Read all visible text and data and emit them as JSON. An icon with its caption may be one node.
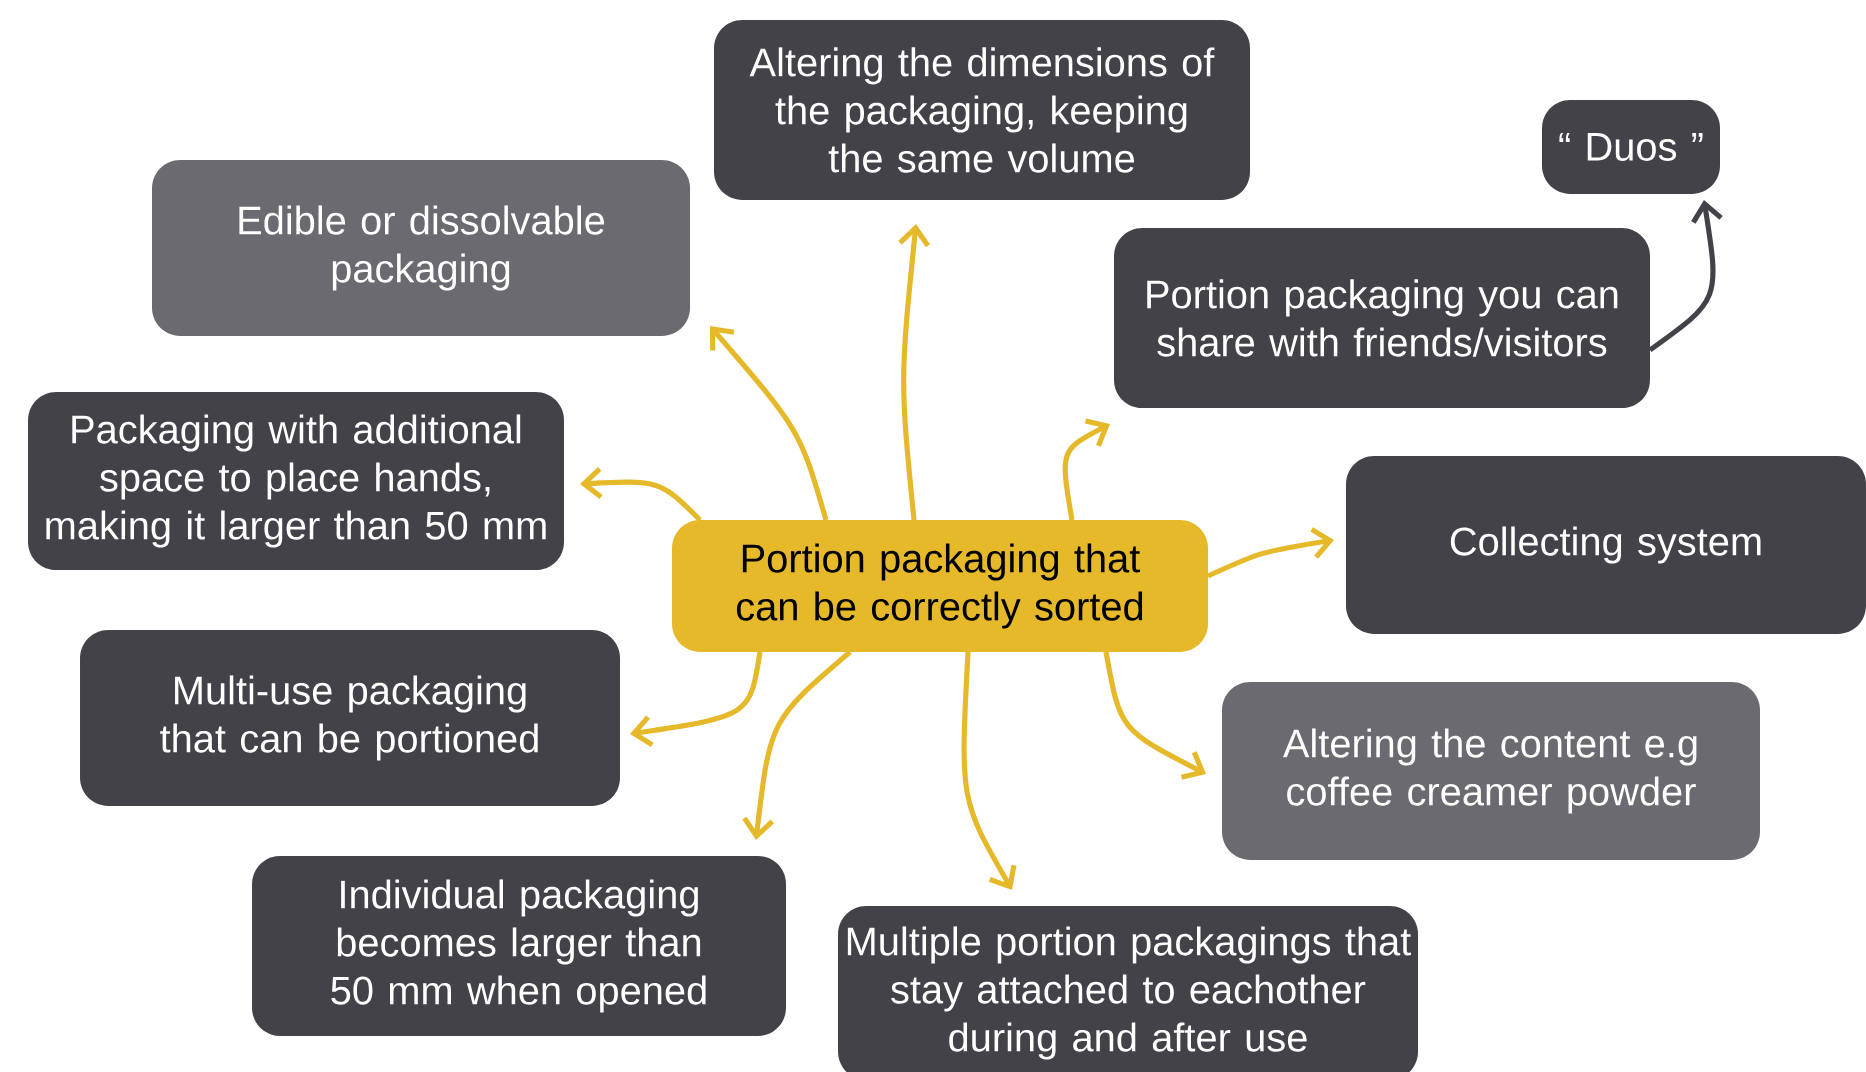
{
  "diagram": {
    "nodes": [
      {
        "text": [
          "Portion packaging that can be correctly sorted"
        ]
      },
      {
        "text": [
          "Altering the dimensions of the packaging, keeping the same volume"
        ]
      },
      {
        "text": [
          "“ Duos ”"
        ]
      },
      {
        "text": [
          "Edible or dissolvable packaging"
        ]
      },
      {
        "text": [
          "Portion packaging you can share with friends/visitors"
        ]
      },
      {
        "text": [
          "Packaging with additional space to place hands, making it larger than 50 mm"
        ]
      },
      {
        "text": [
          "Collecting system"
        ]
      },
      {
        "text": [
          "Multi-use packaging that can be portioned"
        ]
      },
      {
        "text": [
          "Altering the content e.g coffee creamer powder"
        ]
      },
      {
        "text": [
          "Individual packaging becomes larger than 50 mm when opened"
        ]
      },
      {
        "text": [
          "Multiple portion packagings that stay attached to eachother during and after use"
        ]
      }
    ],
    "edges": [
      {
        "from": 0,
        "to": 1,
        "arrow": "to"
      },
      {
        "from": 0,
        "to": 3,
        "arrow": "to"
      },
      {
        "from": 0,
        "to": 4,
        "arrow": "to"
      },
      {
        "from": 0,
        "to": 5,
        "arrow": "to"
      },
      {
        "from": 0,
        "to": 6,
        "arrow": "to"
      },
      {
        "from": 0,
        "to": 7,
        "arrow": "to"
      },
      {
        "from": 0,
        "to": 8,
        "arrow": "to"
      },
      {
        "from": 0,
        "to": 9,
        "arrow": "to"
      },
      {
        "from": 0,
        "to": 10,
        "arrow": "to"
      },
      {
        "from": 4,
        "to": 2,
        "arrow": "to",
        "color": "#434249"
      }
    ]
  }
}
